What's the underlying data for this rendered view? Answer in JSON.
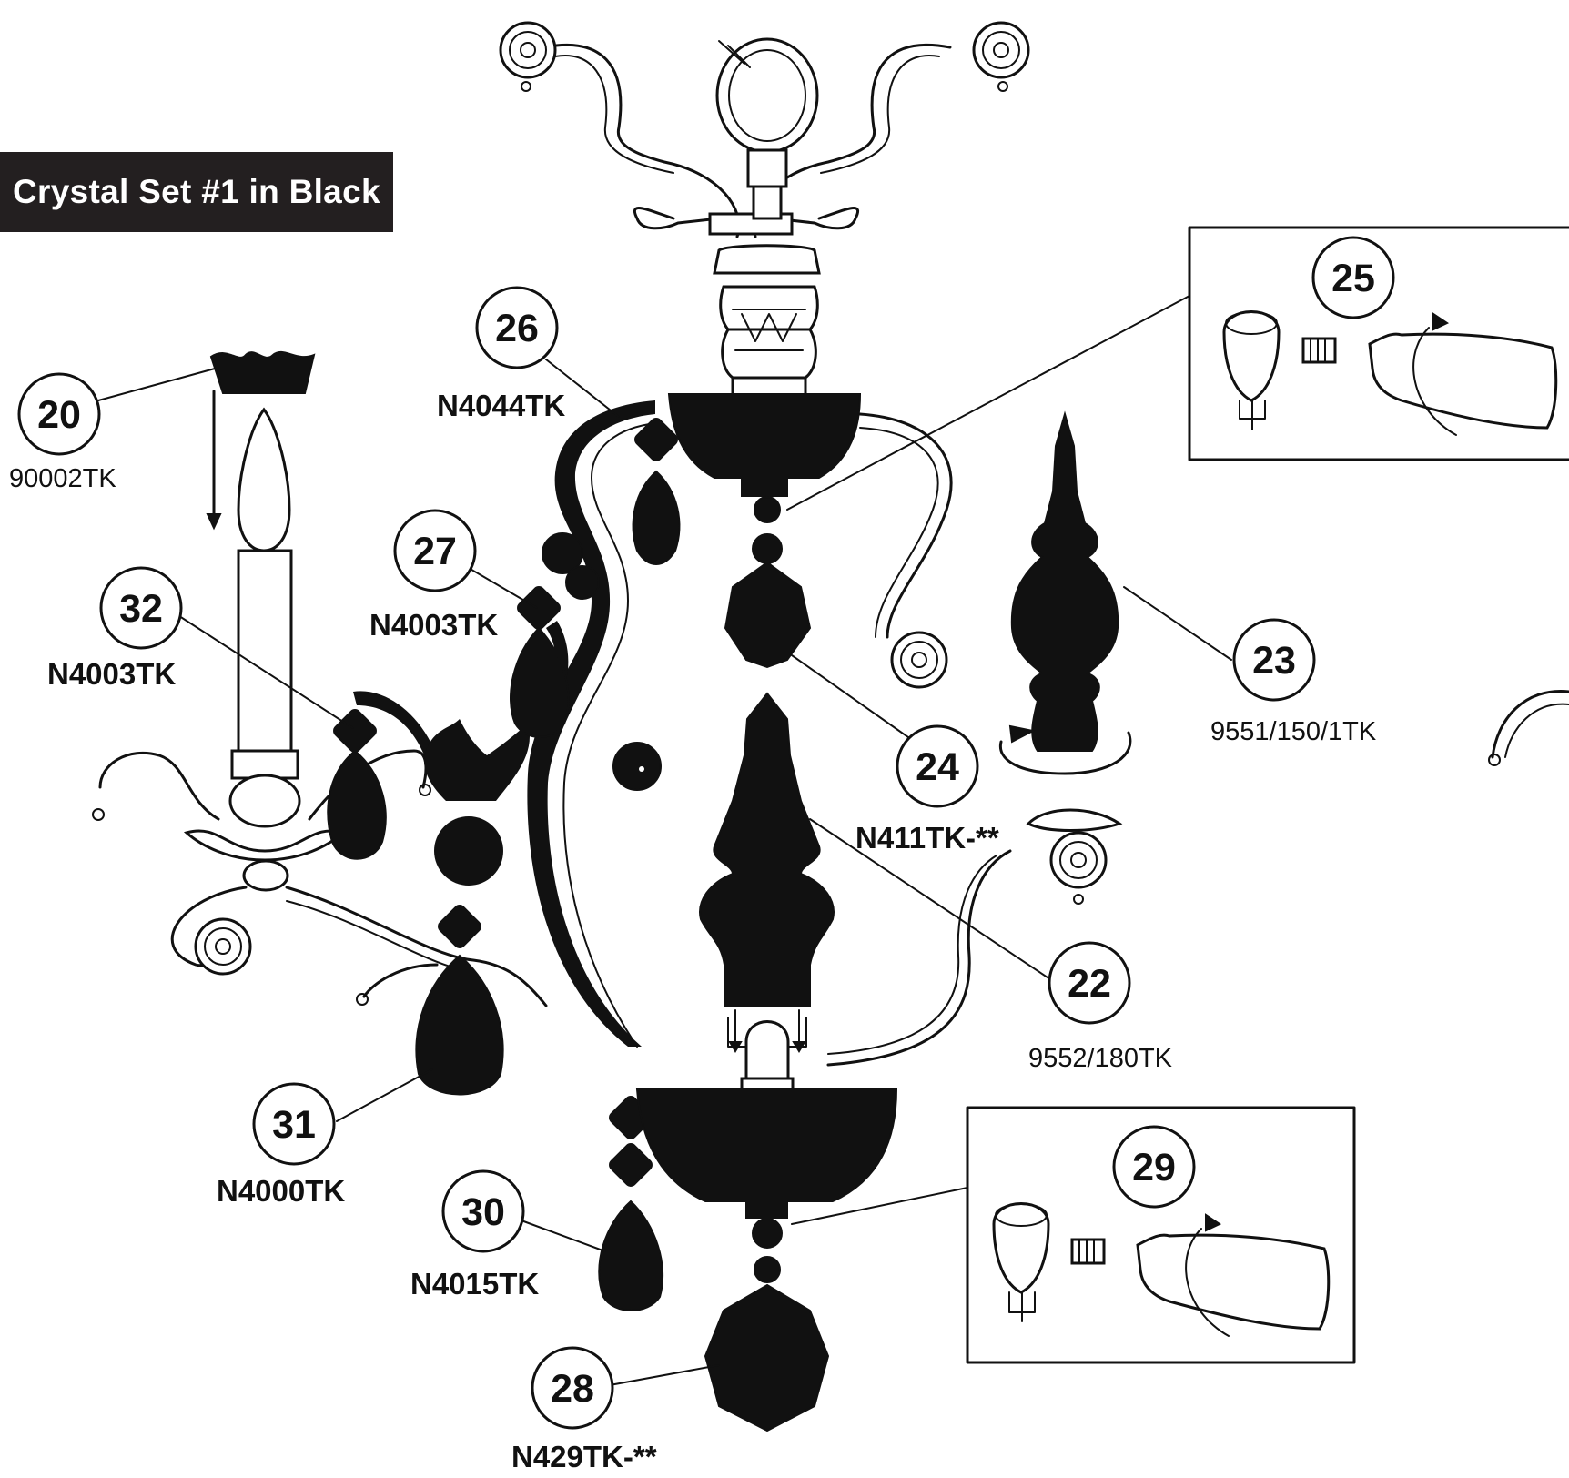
{
  "title": "Crystal Set #1 in Black",
  "parts": [
    {
      "id": "p20",
      "number": "20",
      "code": "90002TK"
    },
    {
      "id": "p22",
      "number": "22",
      "code": "9552/180TK"
    },
    {
      "id": "p23",
      "number": "23",
      "code": "9551/150/1TK"
    },
    {
      "id": "p24",
      "number": "24",
      "code": "N411TK-**"
    },
    {
      "id": "p25",
      "number": "25",
      "code": ""
    },
    {
      "id": "p26",
      "number": "26",
      "code": "N4044TK"
    },
    {
      "id": "p27",
      "number": "27",
      "code": "N4003TK"
    },
    {
      "id": "p28",
      "number": "28",
      "code": "N429TK-**"
    },
    {
      "id": "p29",
      "number": "29",
      "code": ""
    },
    {
      "id": "p30",
      "number": "30",
      "code": "N4015TK"
    },
    {
      "id": "p31",
      "number": "31",
      "code": "N4000TK"
    },
    {
      "id": "p32",
      "number": "32",
      "code": "N4003TK"
    }
  ]
}
